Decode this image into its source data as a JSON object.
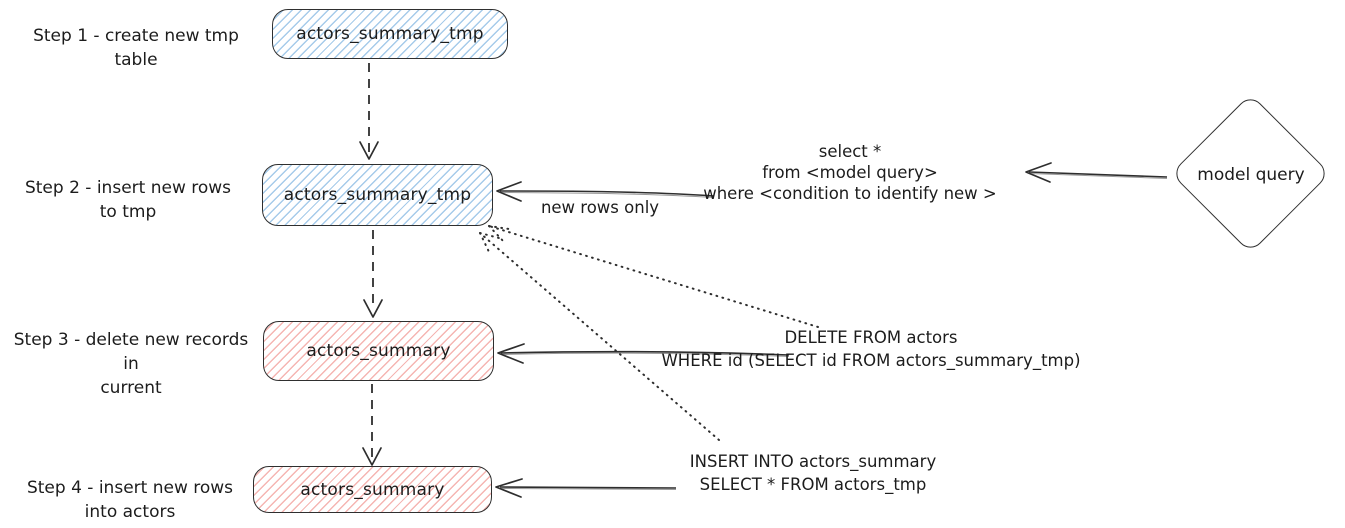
{
  "diagram": {
    "kind": "incremental-model-flowchart",
    "colors": {
      "node_blue_hatch": "#a6cbea",
      "node_red_hatch": "#f5b5b2",
      "stroke": "#2f2f2f",
      "text": "#1c1c1c",
      "background": "#ffffff"
    },
    "steps": [
      {
        "label_lines": [
          "Step 1 - create new tmp table"
        ],
        "node_text": "actors_summary_tmp",
        "node_style": "blue"
      },
      {
        "label_lines": [
          "Step 2 - insert new rows",
          "to tmp"
        ],
        "node_text": "actors_summary_tmp",
        "node_style": "blue"
      },
      {
        "label_lines": [
          "Step 3 - delete new records in",
          "current"
        ],
        "node_text": "actors_summary",
        "node_style": "red"
      },
      {
        "label_lines": [
          "Step 4 - insert new rows",
          "into actors"
        ],
        "node_text": "actors_summary",
        "node_style": "red"
      }
    ],
    "annotations": {
      "new_rows_only": "new rows only",
      "select_query_lines": [
        "select *",
        "from <model query>",
        "where <condition to identify new >"
      ],
      "delete_sql_lines": [
        "DELETE FROM actors",
        "WHERE id (SELECT id FROM actors_summary_tmp)"
      ],
      "insert_sql_lines": [
        "INSERT INTO actors_summary",
        "SELECT * FROM actors_tmp"
      ]
    },
    "model_query_node": {
      "text": "model query"
    }
  }
}
